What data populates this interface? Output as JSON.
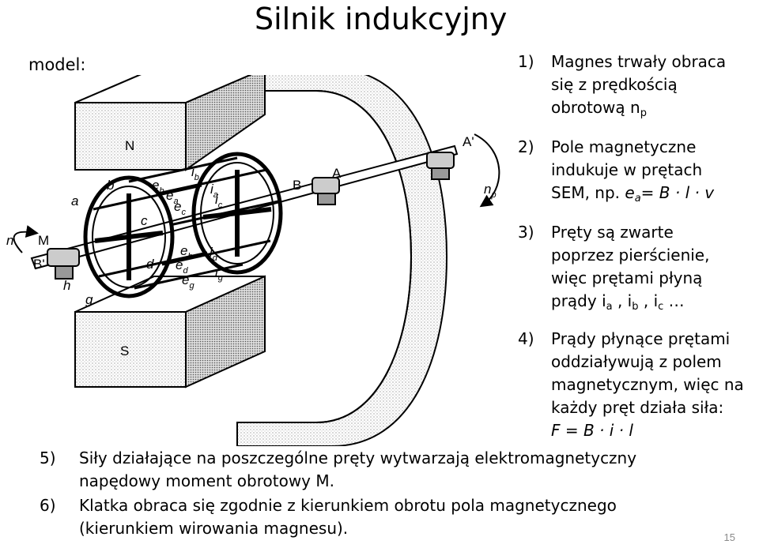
{
  "title": "Silnik indukcyjny",
  "model_label": "model:",
  "figure": {
    "labels": {
      "N_pole": "N",
      "S_pole": "S",
      "A": "A",
      "A_prime": "A'",
      "B": "B",
      "B_prime": "B'",
      "M": "M",
      "n": "n",
      "n_p": "n",
      "n_p_sub": "p",
      "a": "a",
      "b": "b",
      "c": "c",
      "d": "d",
      "g": "g",
      "h": "h",
      "i_b": "i",
      "i_b_sub": "b",
      "i_a": "i",
      "i_a_sub": "a",
      "i_c": "i",
      "i_c_sub": "c",
      "i_d": "i",
      "i_d_sub": "d",
      "i_g": "i",
      "i_g_sub": "g",
      "e_b": "e",
      "e_b_sub": "b",
      "e_a": "e",
      "e_a_sub": "a",
      "e_c": "e",
      "e_c_sub": "c",
      "e_b2": "e",
      "e_b2_sub": "b",
      "e_d": "e",
      "e_d_sub": "d",
      "e_g": "e",
      "e_g_sub": "g"
    }
  },
  "steps": {
    "s1": {
      "num": "1)",
      "l1": "Magnes trwały obraca",
      "l2": "się z prędkością",
      "l3": "obrotową n",
      "l3_sub": "p"
    },
    "s2": {
      "num": "2)",
      "l1": "Pole magnetyczne",
      "l2": "indukuje w prętach",
      "l3": "SEM, np. ",
      "l3_e": "e",
      "l3_sub": "a",
      "l3_eq": "= B · l · v"
    },
    "s3": {
      "num": "3)",
      "l1": "Pręty są zwarte",
      "l2": "poprzez pierścienie,",
      "l3": "więc prętami płyną",
      "l4a": "prądy i",
      "l4_sub_a": "a",
      "l4b": " , i",
      "l4_sub_b": "b",
      "l4c": " , i",
      "l4_sub_c": "c",
      "l4d": " …"
    },
    "s4": {
      "num": "4)",
      "l1": "Prądy płynące prętami",
      "l2": "oddziaływują z polem",
      "l3": "magnetycznym, więc na",
      "l4": "każdy pręt działa siła:",
      "l5": "F = B · i · l"
    },
    "s5": {
      "num": "5)",
      "l1": "Siły działające na poszczególne pręty wytwarzają elektromagnetyczny",
      "l2": "napędowy moment obrotowy M."
    },
    "s6": {
      "num": "6)",
      "l1": "Klatka obraca się zgodnie z kierunkiem obrotu pola magnetycznego",
      "l2": "(kierunkiem wirowania magnesu)."
    }
  },
  "page_number": "15"
}
